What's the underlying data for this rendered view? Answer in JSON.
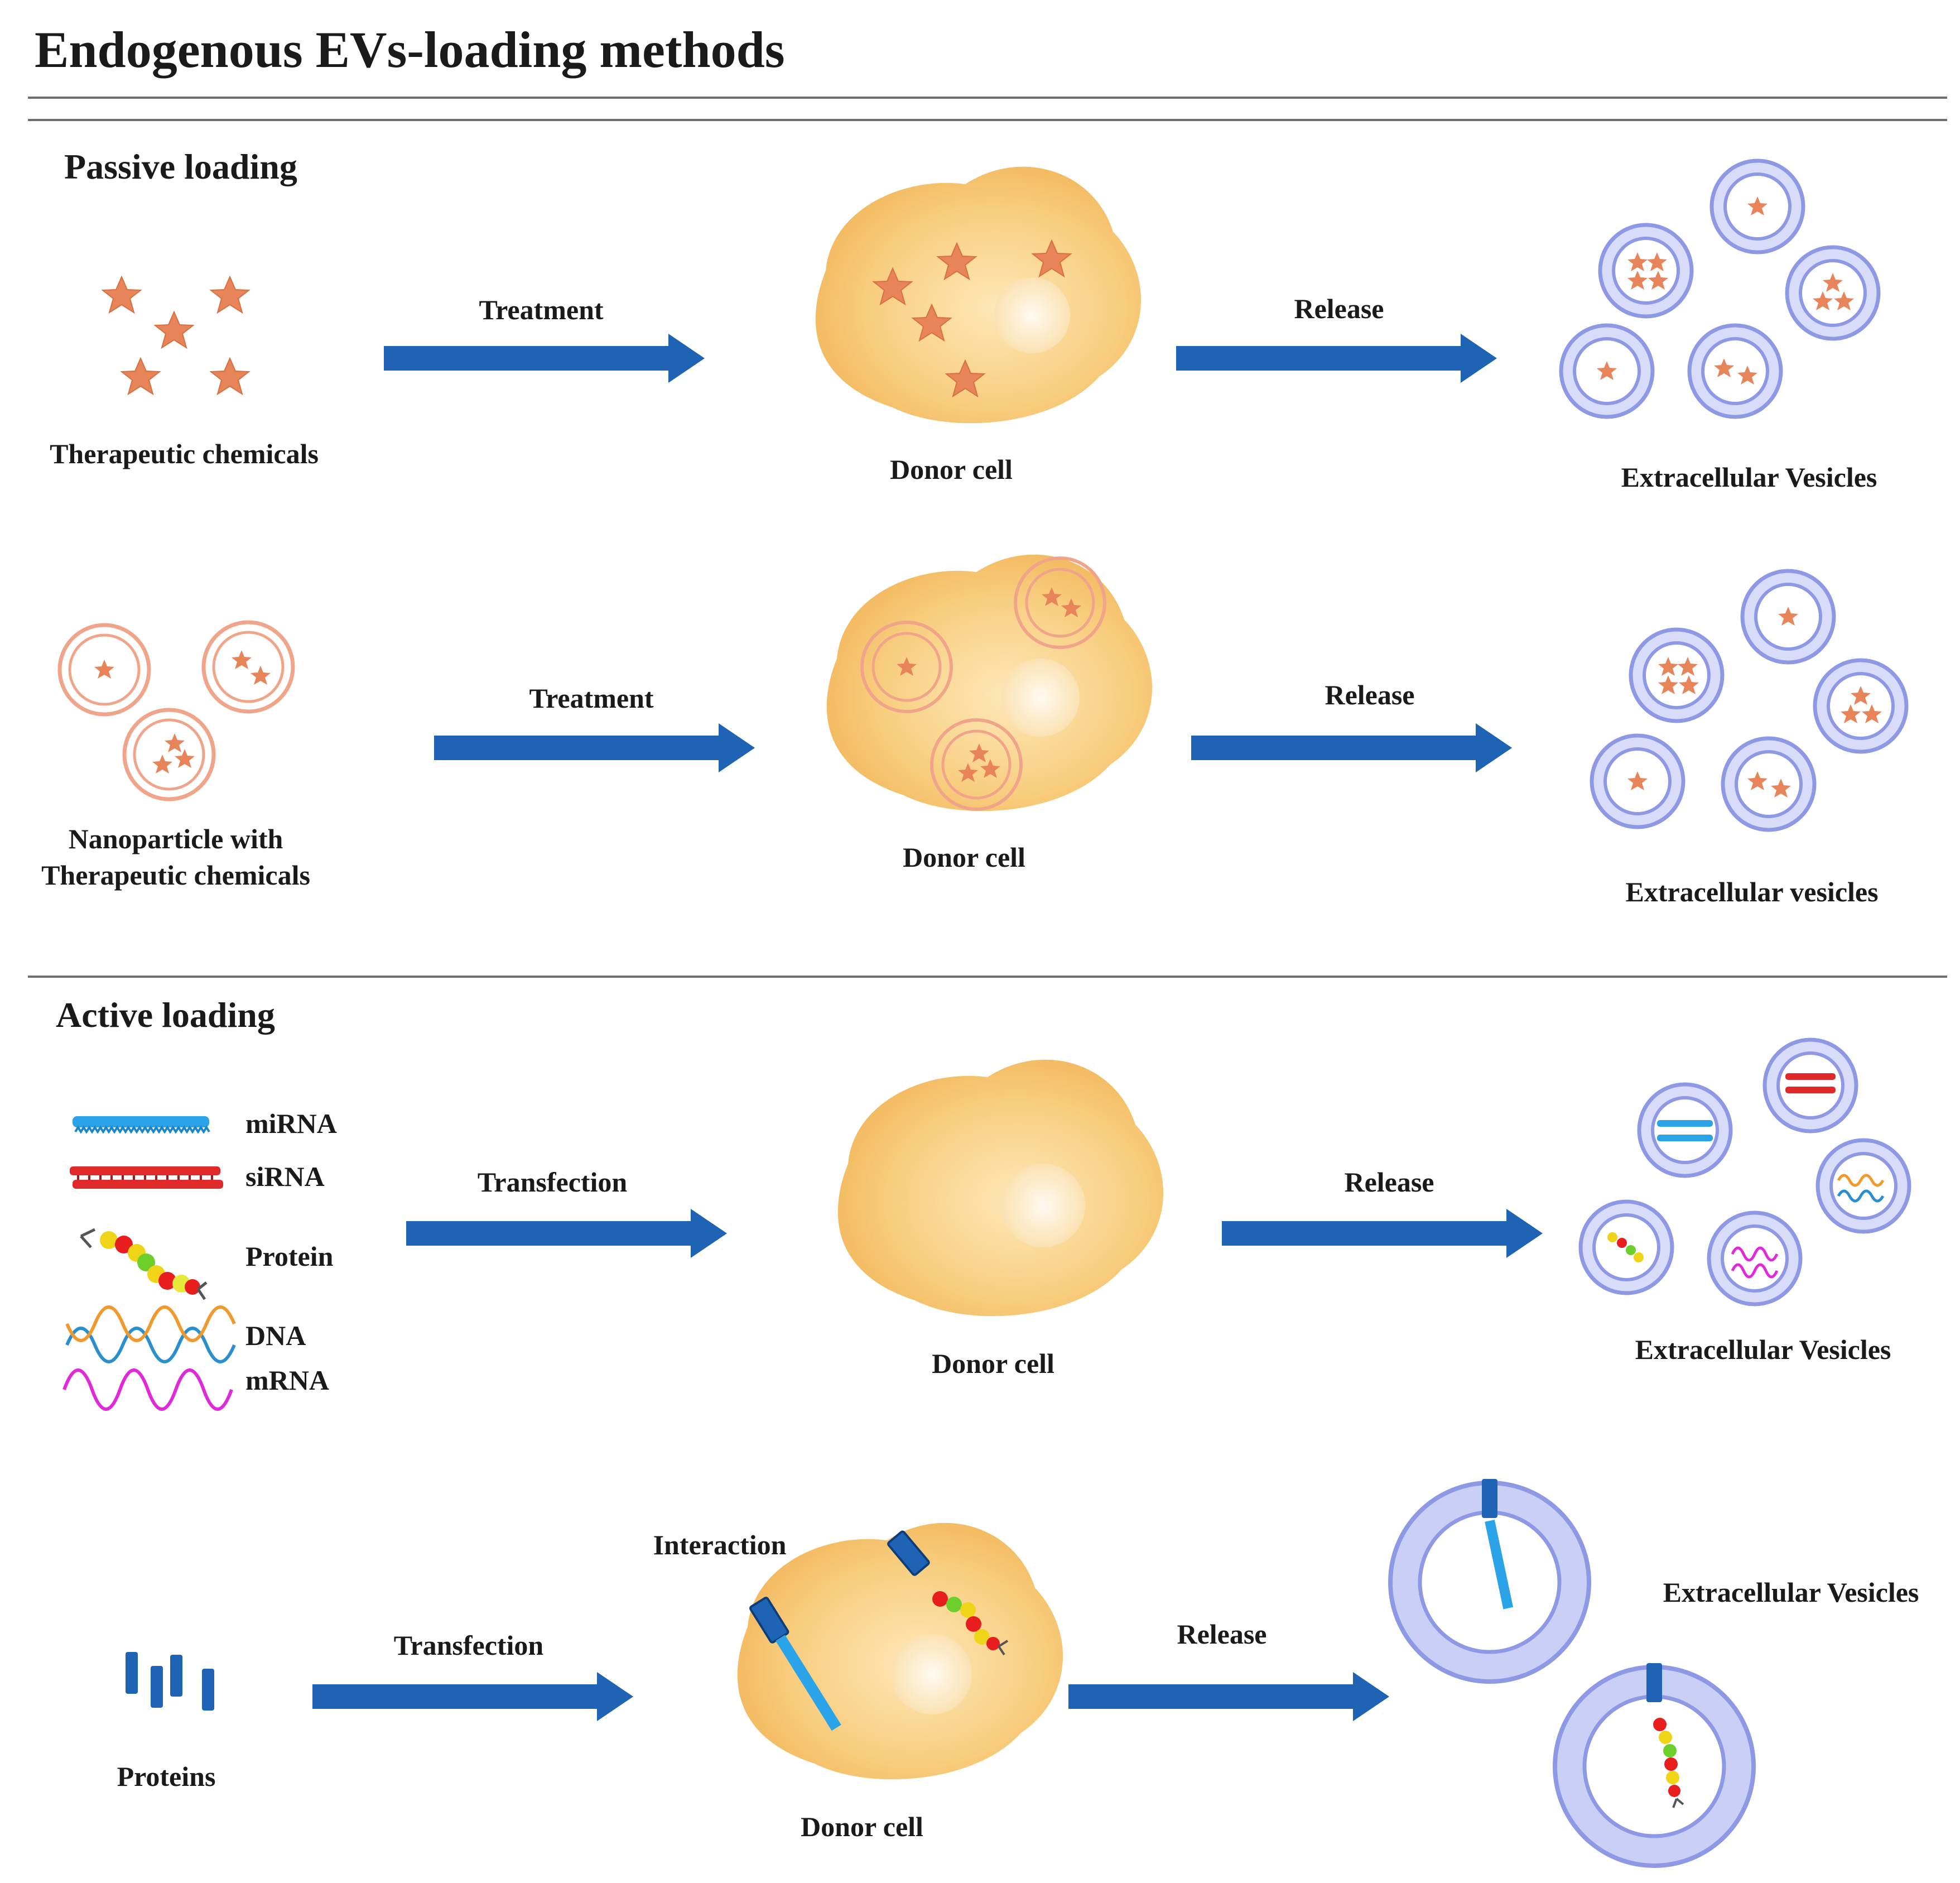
{
  "title": "Endogenous EVs-loading methods",
  "sections": {
    "passive": "Passive loading",
    "active": "Active loading"
  },
  "rows": {
    "row1": {
      "source": "Therapeutic chemicals",
      "step": "Treatment",
      "cell": "Donor cell",
      "release": "Release",
      "result": "Extracellular Vesicles"
    },
    "row2": {
      "source_line1": "Nanoparticle with",
      "source_line2": "Therapeutic chemicals",
      "step": "Treatment",
      "cell": "Donor cell",
      "release": "Release",
      "result": "Extracellular vesicles"
    },
    "row3": {
      "cargo": [
        "miRNA",
        "siRNA",
        "Protein",
        "DNA",
        "mRNA"
      ],
      "step": "Transfection",
      "cell": "Donor cell",
      "release": "Release",
      "result": "Extracellular Vesicles"
    },
    "row4": {
      "source": "Proteins",
      "step": "Transfection",
      "interaction": "Interaction",
      "cell": "Donor cell",
      "release": "Release",
      "result": "Extracellular Vesicles"
    }
  },
  "colors": {
    "arrow": "#1f63b4",
    "star": "#e8845a",
    "cell_fill": "#f6c572",
    "vesicle_ring": "#c9cff5",
    "vesicle_stroke": "#8e99e6",
    "divider": "#6f6f6f"
  }
}
